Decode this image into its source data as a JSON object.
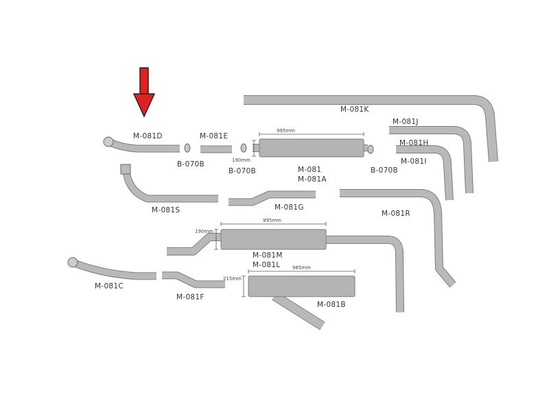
{
  "accent_color": "#e02020",
  "indicator": {
    "icon": "red-down-arrow-icon"
  },
  "parts": {
    "m081k": "M-081K",
    "m081j": "M-081J",
    "m081h": "M-081H",
    "m081i": "M-081I",
    "m081r": "M-081R",
    "m081d": "M-081D",
    "m081e": "M-081E",
    "b070b_1": "B-070B",
    "b070b_2": "B-070B",
    "b070b_3": "B-070B",
    "m081": "M-081",
    "m081a": "M-081A",
    "m081s": "M-081S",
    "m081g": "M-081G",
    "m081m": "M-081M",
    "m081l": "M-081L",
    "m081c": "M-081C",
    "m081f": "M-081F",
    "m081b": "M-081B"
  },
  "dimensions": {
    "muffler1_length": "995mm",
    "muffler1_diameter": "190mm",
    "muffler2_length": "995mm",
    "muffler2_diameter": "190mm",
    "muffler3_length": "985mm",
    "muffler3_diameter": "215mm"
  }
}
